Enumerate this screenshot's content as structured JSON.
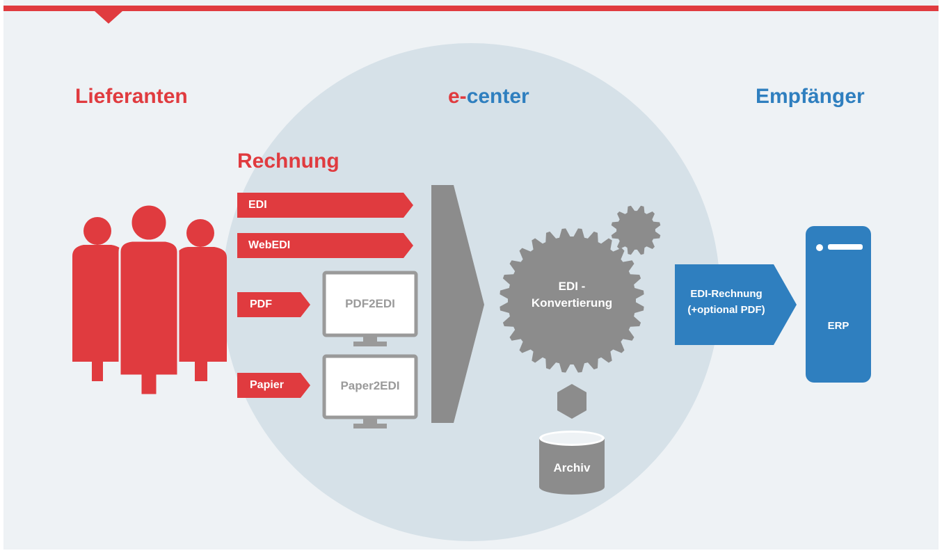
{
  "colors": {
    "red": "#e03b3f",
    "blue": "#2f7fbf",
    "gray": "#8c8c8c",
    "circle": "#d6e1e8",
    "panel": "#eef2f5"
  },
  "headers": {
    "suppliers": "Lieferanten",
    "center_prefix": "e-",
    "center_suffix": "center",
    "recipients": "Empfänger"
  },
  "invoice_title": "Rechnung",
  "channels": {
    "edi": "EDI",
    "webedi": "WebEDI",
    "pdf": "PDF",
    "paper": "Papier"
  },
  "screens": {
    "pdf2edi": "PDF2EDI",
    "paper2edi": "Paper2EDI"
  },
  "conversion": {
    "line1": "EDI -",
    "line2": "Konvertierung"
  },
  "archive": "Archiv",
  "output": {
    "line1": "EDI-Rechnung",
    "line2": "(+optional PDF)"
  },
  "erp": "ERP",
  "icons": [
    "people-icon",
    "monitor-icon",
    "gear-icon",
    "database-icon",
    "server-icon"
  ]
}
